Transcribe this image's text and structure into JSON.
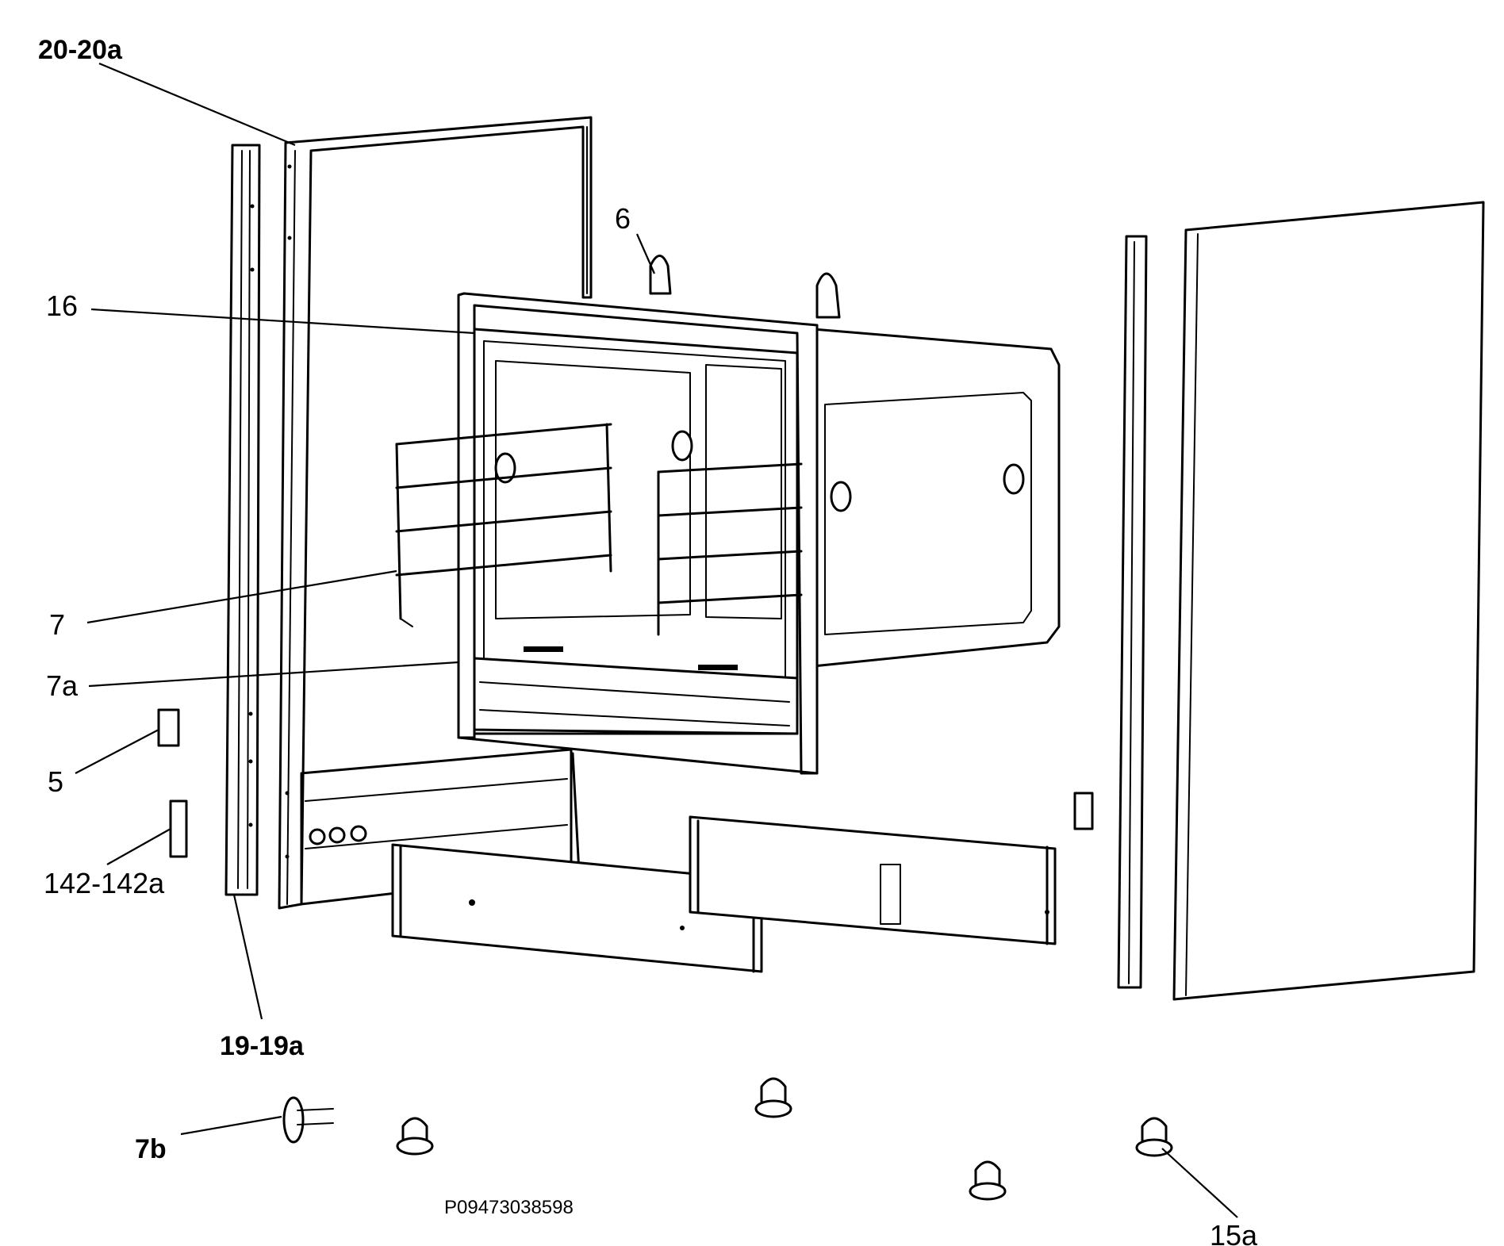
{
  "diagram": {
    "labels": {
      "p20_20a": "20-20a",
      "p16": "16",
      "p6": "6",
      "p7": "7",
      "p7a": "7a",
      "p5": "5",
      "p142_142a": "142-142a",
      "p19_19a": "19-19a",
      "p7b": "7b",
      "p15a": "15a"
    },
    "drawing_code": "P09473038598"
  }
}
